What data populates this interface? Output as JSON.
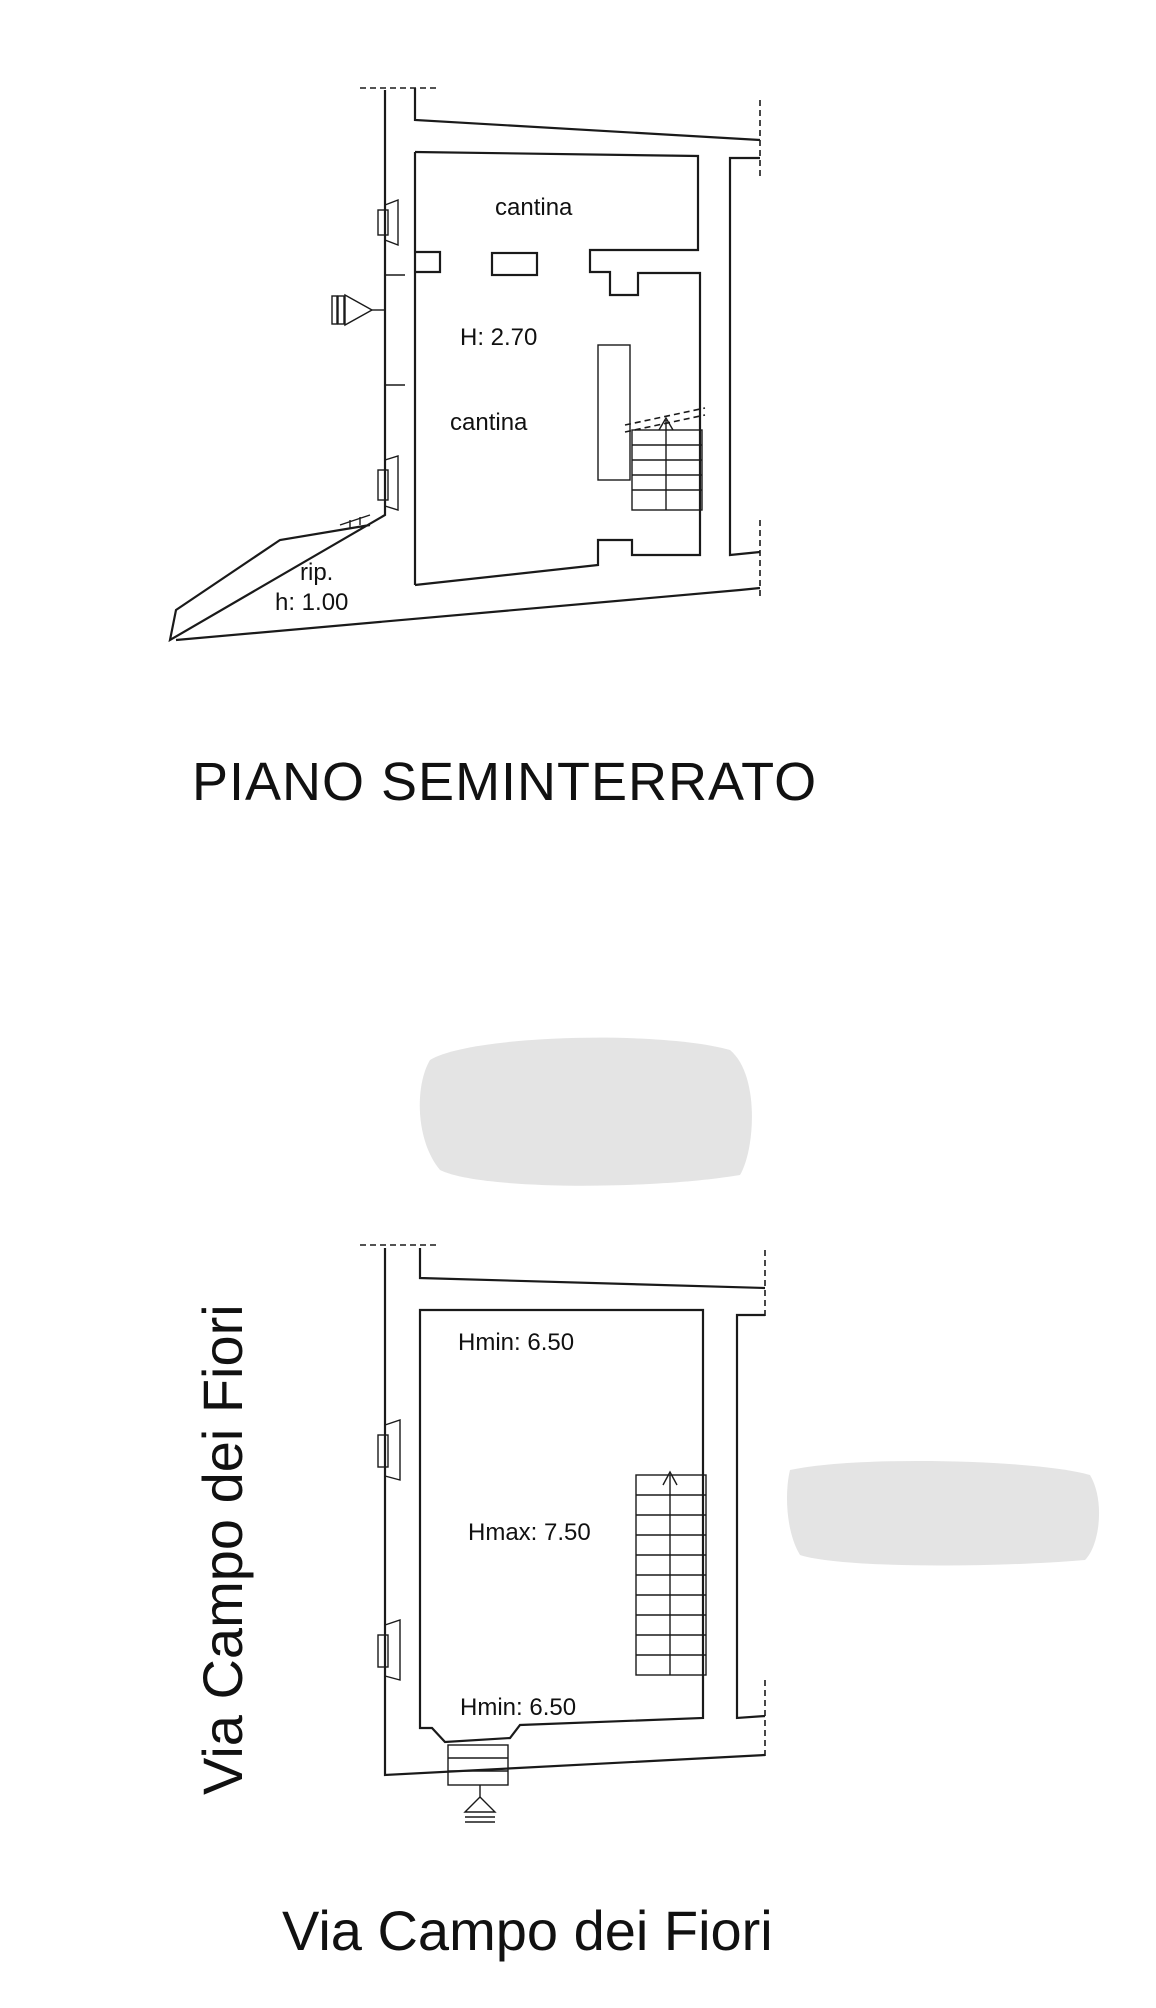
{
  "floor_seminterrato": {
    "title": "PIANO SEMINTERRATO",
    "room_top": "cantina",
    "height": "H: 2.70",
    "room_main": "cantina",
    "storage": "rip.",
    "storage_height": "h: 1.00"
  },
  "floor_terra": {
    "hmin_top": "Hmin: 6.50",
    "hmax": "Hmax: 7.50",
    "hmin_bottom": "Hmin: 6.50"
  },
  "street_side": "Via Campo dei Fiori",
  "street_bottom": "Via Campo dei Fiori",
  "colors": {
    "line": "#1a1a1a",
    "redaction": "#e4e4e4"
  }
}
